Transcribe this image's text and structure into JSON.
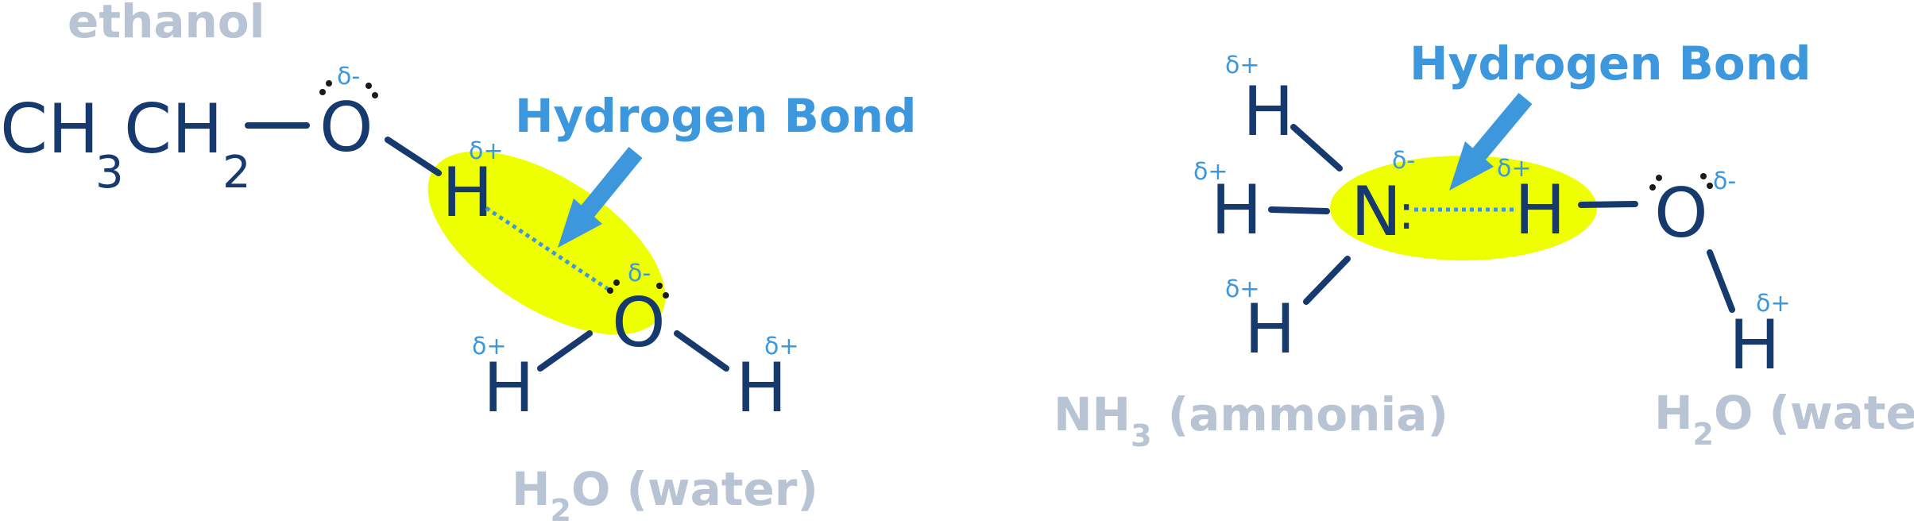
{
  "colors": {
    "atom": "#163a6e",
    "delta": "#3c97dd",
    "callout": "#3c97dd",
    "caption": "#b8c3d3",
    "highlight": "#eeff00",
    "lone_pair": "#1b1b1b"
  },
  "left": {
    "caption_top": "ethanol",
    "ethanol": {
      "c1": "CH",
      "sub1": "3",
      "c2": "CH",
      "sub2": "2",
      "o": "O",
      "h": "H"
    },
    "water": {
      "o": "O",
      "h1": "H",
      "h2": "H"
    },
    "deltas": {
      "o_ethanol": "δ-",
      "h_ethanol": "δ+",
      "o_water": "δ-",
      "h_water_left": "δ+",
      "h_water_right": "δ+"
    },
    "callout": "Hydrogen Bond",
    "caption_bottom": {
      "pre": "H",
      "sub": "2",
      "post": "O (water)"
    }
  },
  "right": {
    "ammonia": {
      "n": "N",
      "h_top": "H",
      "h_left": "H",
      "h_bottom": "H",
      "lone_pair": ":"
    },
    "water": {
      "h": "H",
      "o": "O",
      "h2": "H"
    },
    "deltas": {
      "h_top": "δ+",
      "h_left": "δ+",
      "h_bottom": "δ+",
      "n": "δ-",
      "h_water": "δ+",
      "o_water": "δ-",
      "h_water2": "δ+"
    },
    "callout": "Hydrogen Bond",
    "caption_ammonia": {
      "pre": "NH",
      "sub": "3",
      "post": " (ammonia)"
    },
    "caption_water": {
      "pre": "H",
      "sub": "2",
      "post": "O (water)"
    }
  }
}
